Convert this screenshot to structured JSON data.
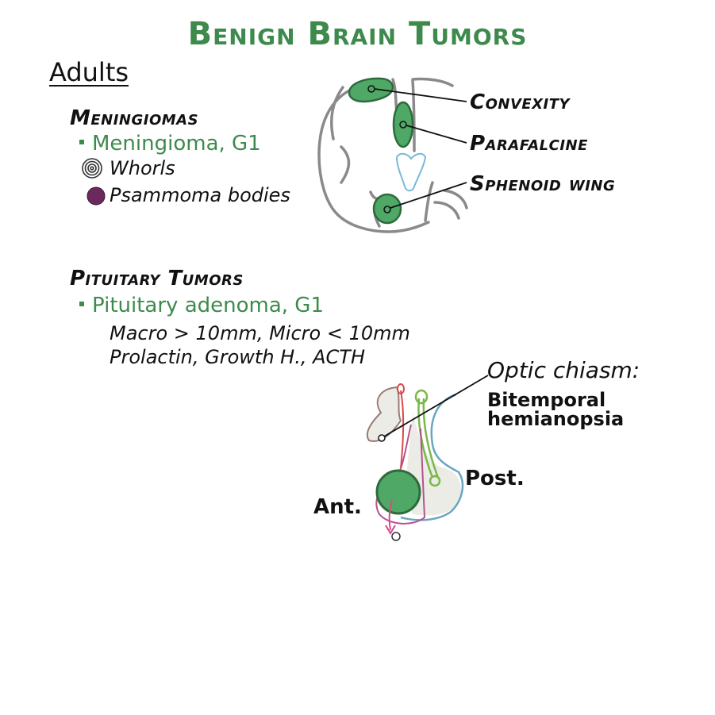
{
  "title": "Benign Brain Tumors",
  "sections": {
    "adults": "Adults"
  },
  "meningiomas": {
    "heading": "Meningiomas",
    "item": "Meningioma, G1",
    "features": [
      "Whorls",
      "Psammoma bodies"
    ],
    "locations": [
      "Convexity",
      "Parafalcine",
      "Sphenoid wing"
    ]
  },
  "pituitary": {
    "heading": "Pituitary Tumors",
    "item": "Pituitary adenoma, G1",
    "notes": [
      "Macro > 10mm, Micro < 10mm",
      "Prolactin, Growth H., ACTH"
    ],
    "chiasm_label": "Optic chiasm:",
    "chiasm_effect": [
      "Bitemporal",
      "hemianopsia"
    ],
    "post_label": "Post.",
    "ant_label": "Ant."
  },
  "colors": {
    "title_green": "#3d8a4c",
    "tumor_green": "#4fa866",
    "psammoma_purple": "#6a2a5e",
    "brain_gray": "#8a8a8a",
    "ventricle_blue": "#7ab8d9"
  }
}
